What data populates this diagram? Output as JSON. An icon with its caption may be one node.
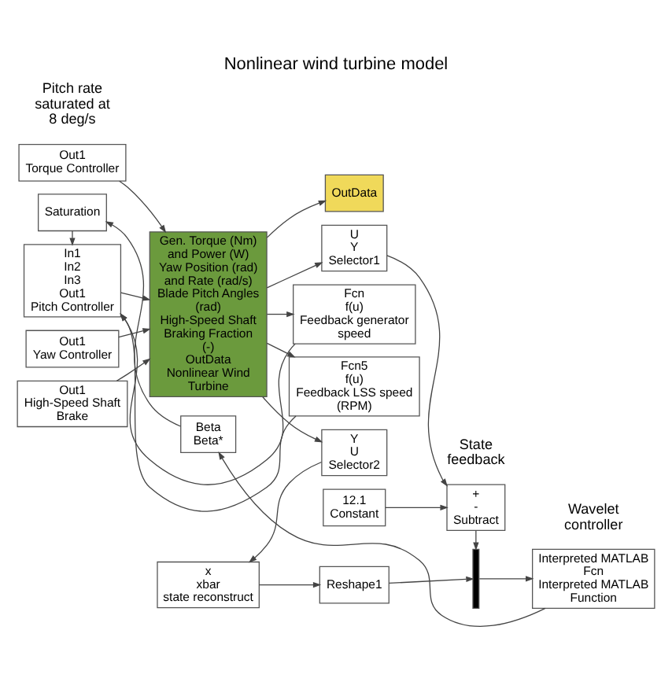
{
  "diagram": {
    "title": "Nonlinear wind turbine model",
    "nodes": [
      {
        "text": [
          "Out1",
          "Torque Controller"
        ]
      },
      {
        "text": [
          "Out1",
          "Yaw Controller"
        ]
      },
      {
        "text": [
          "In1",
          "In2",
          "In3",
          "Out1",
          "Pitch Controller"
        ]
      },
      {
        "text": [
          "Out1",
          "High-Speed Shaft Brake"
        ]
      },
      {
        "text": [
          "Gen. Torque (Nm) and Power (W)",
          "Yaw Position (rad) and Rate (rad/s)",
          "Blade Pitch Angles (rad)",
          "High-Speed Shaft Braking Fraction (-)",
          "OutData",
          "Nonlinear Wind Turbine"
        ]
      },
      {
        "text": [
          "OutData"
        ]
      },
      {
        "text": [
          "U",
          "Y",
          "Selector1"
        ]
      },
      {
        "text": [
          "+",
          "-",
          "Subtract"
        ]
      },
      {
        "text": [
          "12.1",
          "Constant"
        ]
      },
      {
        "text": [
          "Fcn",
          "f(u)",
          "Feedback generator speed"
        ]
      },
      {
        "text": [
          "Fcn5",
          "f(u)",
          "Feedback LSS speed (RPM)"
        ]
      },
      {
        "text": [
          "Saturation"
        ]
      },
      {
        "text": [
          "x",
          "xbar",
          "state reconstruct"
        ]
      },
      {
        "text": [
          "Y",
          "U",
          "Selector2"
        ]
      },
      {
        "text": [],
        "shape": "bar"
      },
      {
        "text": [
          "Interpreted MATLAB Fcn",
          "Interpreted MATLAB Function"
        ]
      },
      {
        "text": [
          "Reshape1"
        ]
      },
      {
        "text": [
          "Beta",
          "Beta*"
        ]
      }
    ],
    "edges": [
      {
        "from": 0,
        "to": 4,
        "arrow": "to"
      },
      {
        "from": 1,
        "to": 4,
        "arrow": "to"
      },
      {
        "from": 2,
        "to": 4,
        "arrow": "to"
      },
      {
        "from": 3,
        "to": 4,
        "arrow": "to"
      },
      {
        "from": 4,
        "to": 5,
        "arrow": "to"
      },
      {
        "from": 4,
        "to": 6,
        "arrow": "to"
      },
      {
        "from": 4,
        "to": 9,
        "arrow": "to"
      },
      {
        "from": 4,
        "to": 10,
        "arrow": "to"
      },
      {
        "from": 4,
        "to": 13,
        "arrow": "to"
      },
      {
        "from": 6,
        "to": 7,
        "arrow": "to"
      },
      {
        "from": 8,
        "to": 7,
        "arrow": "to"
      },
      {
        "from": 7,
        "to": 14,
        "arrow": "to"
      },
      {
        "from": 9,
        "to": 2,
        "arrow": "to"
      },
      {
        "from": 10,
        "to": 2,
        "arrow": "to"
      },
      {
        "from": 13,
        "to": 12,
        "arrow": "to"
      },
      {
        "from": 12,
        "to": 16,
        "arrow": "to"
      },
      {
        "from": 16,
        "to": 14,
        "arrow": "to"
      },
      {
        "from": 14,
        "to": 15,
        "arrow": "to"
      },
      {
        "from": 15,
        "to": 17,
        "arrow": "to"
      },
      {
        "from": 17,
        "to": 11,
        "arrow": "to"
      },
      {
        "from": 11,
        "to": 2,
        "arrow": "to"
      }
    ],
    "labels": [
      "Pitch rate saturated at 8 deg/s",
      "Wavelet controller",
      "State feedback"
    ]
  }
}
